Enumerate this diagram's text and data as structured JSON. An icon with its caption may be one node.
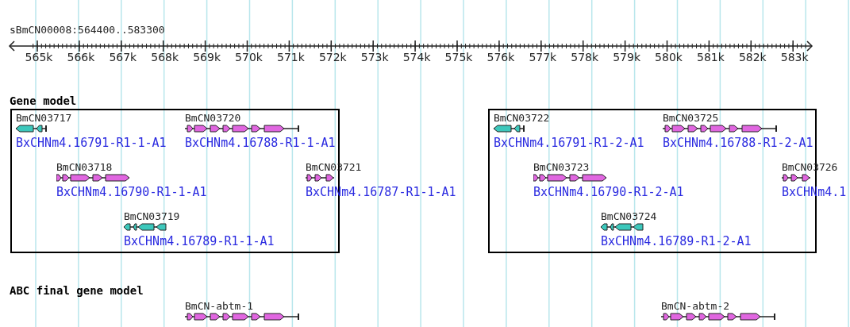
{
  "diagram": {
    "nodes": [
      {
        "text": [],
        "shape": "box"
      },
      {
        "text": [
          "BmCN03717",
          "BxCHNm4.16791-R1-1-A1"
        ],
        "in": 0
      },
      {
        "text": [
          "BmCN03720",
          "BxCHNm4.16788-R1-1-A1"
        ],
        "in": 0
      },
      {
        "text": [
          "BmCN03718",
          "BxCHNm4.16790-R1-1-A1"
        ],
        "in": 0
      },
      {
        "text": [
          "BmCN03721",
          "BxCHNm4.16787-R1-1-A1"
        ]
      },
      {
        "text": [
          "BmCN03719",
          "BxCHNm4.16789-R1-1-A1"
        ],
        "in": 0
      },
      {
        "text": [],
        "shape": "box"
      },
      {
        "text": [
          "BmCN03722",
          "BxCHNm4.16791-R1-2-A1"
        ],
        "in": 6
      },
      {
        "text": [
          "BmCN03725",
          "BxCHNm4.16788-R1-2-A1"
        ],
        "in": 6
      },
      {
        "text": [
          "BmCN03723",
          "BxCHNm4.16790-R1-2-A1"
        ],
        "in": 6
      },
      {
        "text": [
          "BmCN03726",
          "BxCHNm4.1"
        ]
      },
      {
        "text": [
          "BmCN03724",
          "BxCHNm4.16789-R1-2-A1"
        ],
        "in": 6
      },
      {
        "text": [
          "BmCN-abtm-1"
        ]
      },
      {
        "text": [
          "BmCN-abtm-2"
        ]
      }
    ],
    "labels": [
      "sBmCN00008:564400..583300",
      "565k",
      "566k",
      "567k",
      "568k",
      "569k",
      "570k",
      "571k",
      "572k",
      "573k",
      "574k",
      "575k",
      "576k",
      "577k",
      "578k",
      "579k",
      "580k",
      "581k",
      "582k",
      "583k",
      "Gene model",
      "ABC final gene model"
    ]
  }
}
